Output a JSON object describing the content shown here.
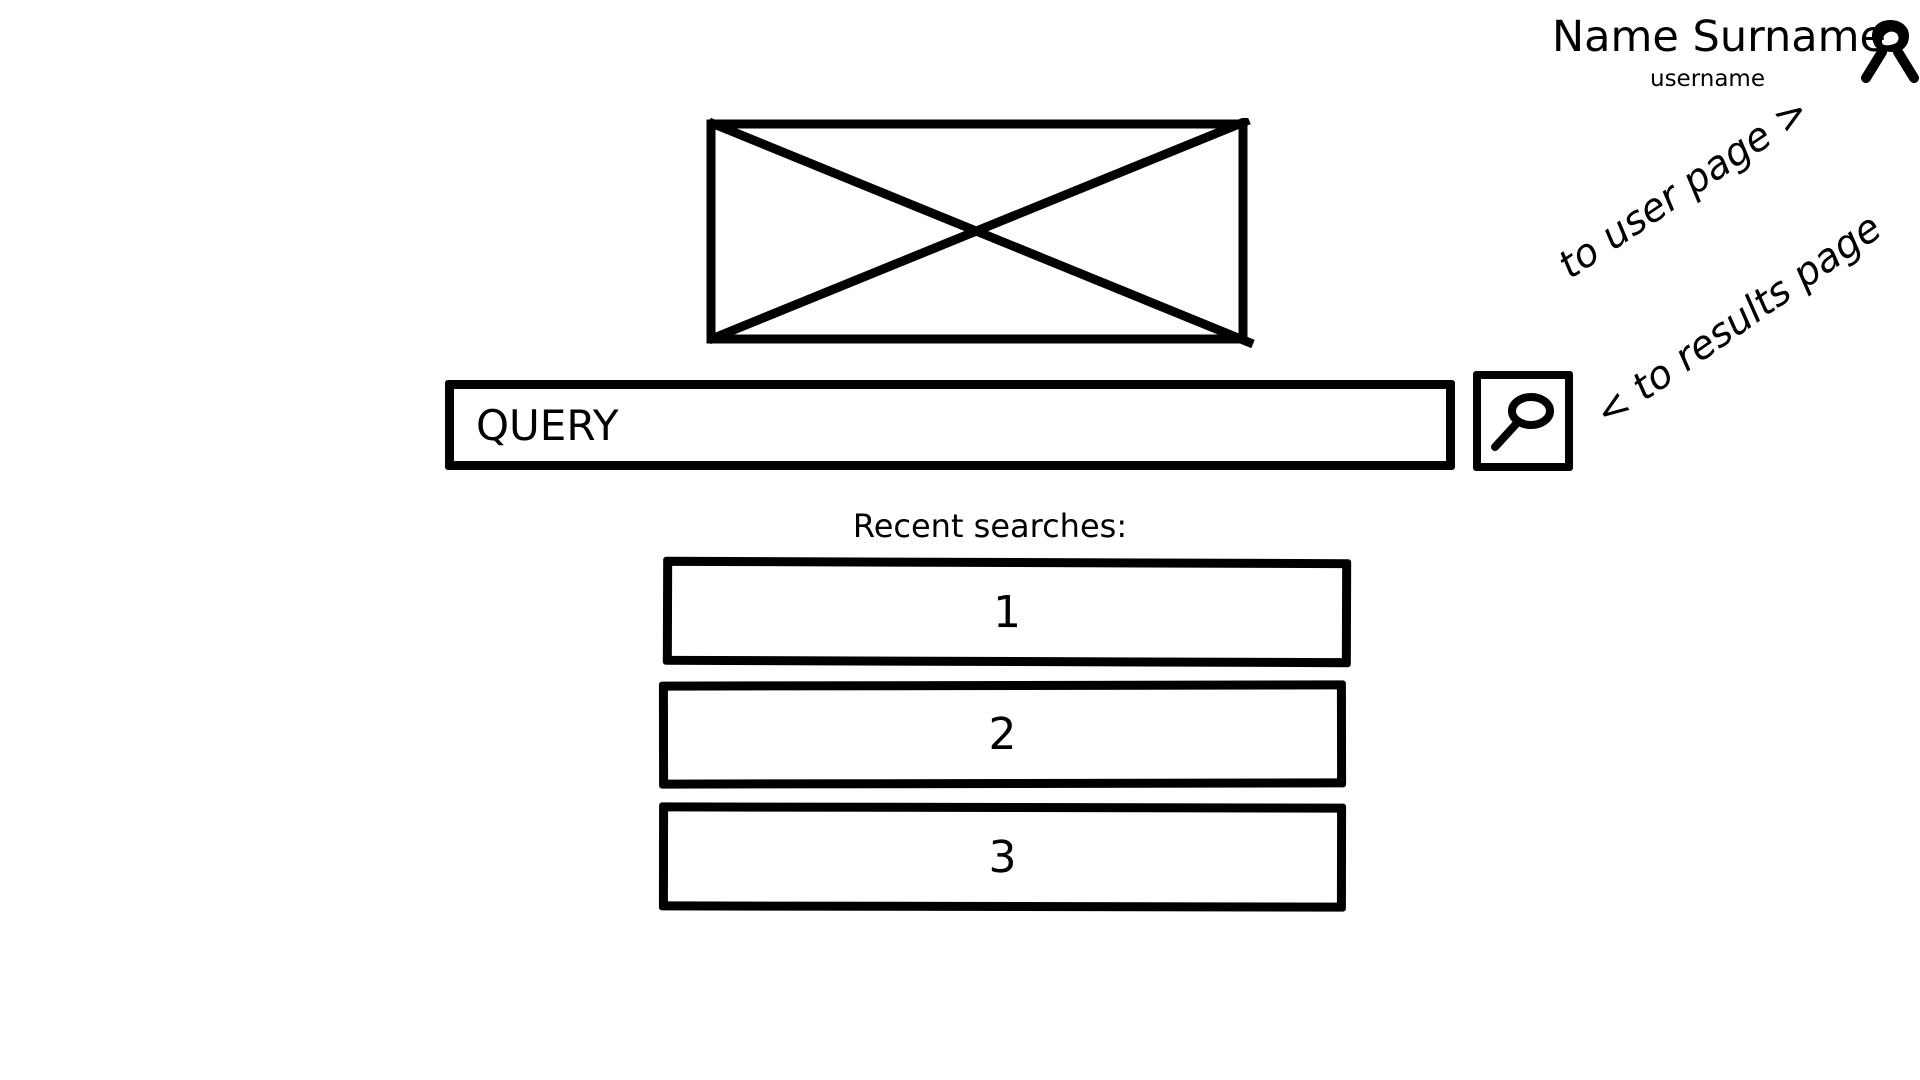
{
  "user": {
    "name": "Name Surname",
    "username": "username",
    "avatar_icon": "user-avatar-icon"
  },
  "logo": {
    "placeholder_icon": "image-placeholder-icon"
  },
  "search": {
    "placeholder": "QUERY",
    "button_icon": "magnifier-icon"
  },
  "recent": {
    "label": "Recent searches:",
    "items": [
      {
        "label": "1"
      },
      {
        "label": "2"
      },
      {
        "label": "3"
      }
    ]
  },
  "annotations": {
    "to_user_page": "to user page >",
    "to_results_page": "< to results page"
  },
  "colors": {
    "ink": "#000000",
    "background": "#ffffff"
  }
}
